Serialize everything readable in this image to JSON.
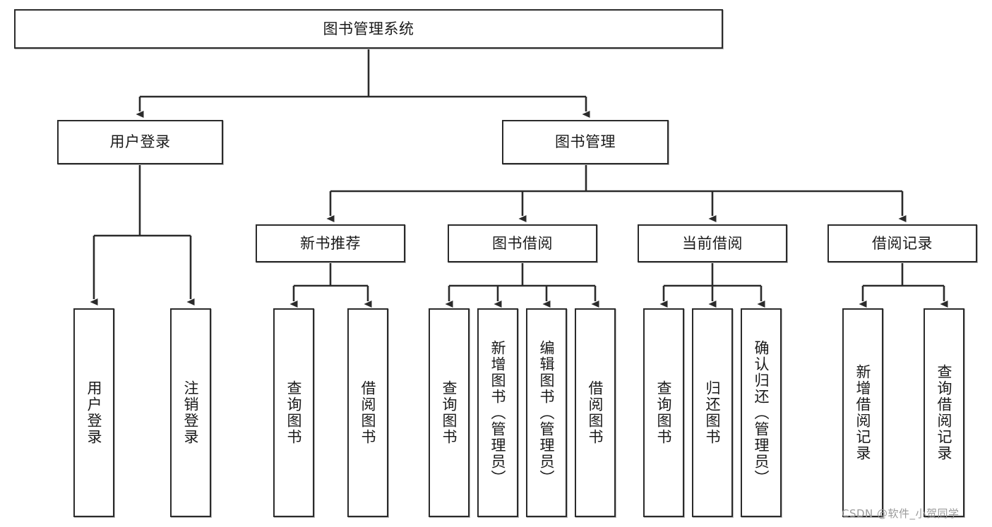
{
  "diagram": {
    "type": "tree-hierarchy",
    "title": "图书管理系统",
    "root": {
      "id": "root",
      "label": "图书管理系统",
      "level": 0
    },
    "level1": [
      {
        "id": "user-login",
        "label": "用户登录"
      },
      {
        "id": "book-manage",
        "label": "图书管理"
      }
    ],
    "level2": [
      {
        "id": "new-book-recommend",
        "label": "新书推荐",
        "parent": "book-manage"
      },
      {
        "id": "book-borrow",
        "label": "图书借阅",
        "parent": "book-manage"
      },
      {
        "id": "current-borrow",
        "label": "当前借阅",
        "parent": "book-manage"
      },
      {
        "id": "borrow-record",
        "label": "借阅记录",
        "parent": "book-manage"
      }
    ],
    "leaves": [
      {
        "id": "leaf-user-login",
        "label": "用户登录",
        "parent": "user-login"
      },
      {
        "id": "leaf-logout-login",
        "label": "注销登录",
        "parent": "user-login"
      },
      {
        "id": "leaf-query-book-1",
        "label": "查询图书",
        "parent": "new-book-recommend"
      },
      {
        "id": "leaf-borrow-book-1",
        "label": "借阅图书",
        "parent": "new-book-recommend"
      },
      {
        "id": "leaf-query-book-2",
        "label": "查询图书",
        "parent": "book-borrow"
      },
      {
        "id": "leaf-add-book",
        "label": "新增图书（管理员）",
        "parent": "book-borrow"
      },
      {
        "id": "leaf-edit-book",
        "label": "编辑图书（管理员）",
        "parent": "book-borrow"
      },
      {
        "id": "leaf-borrow-book-2",
        "label": "借阅图书",
        "parent": "book-borrow"
      },
      {
        "id": "leaf-query-book-3",
        "label": "查询图书",
        "parent": "current-borrow"
      },
      {
        "id": "leaf-return-book",
        "label": "归还图书",
        "parent": "current-borrow"
      },
      {
        "id": "leaf-confirm-return",
        "label": "确认归还（管理员）",
        "parent": "current-borrow"
      },
      {
        "id": "leaf-add-record",
        "label": "新增借阅记录",
        "parent": "borrow-record"
      },
      {
        "id": "leaf-query-record",
        "label": "查询借阅记录",
        "parent": "borrow-record"
      }
    ],
    "colors": {
      "stroke": "#2b2b2b",
      "fill": "#ffffff",
      "text": "#1a1a1a",
      "watermark": "#9a9a9a"
    }
  },
  "watermark": {
    "text": "CSDN @软件_小贺同学"
  }
}
